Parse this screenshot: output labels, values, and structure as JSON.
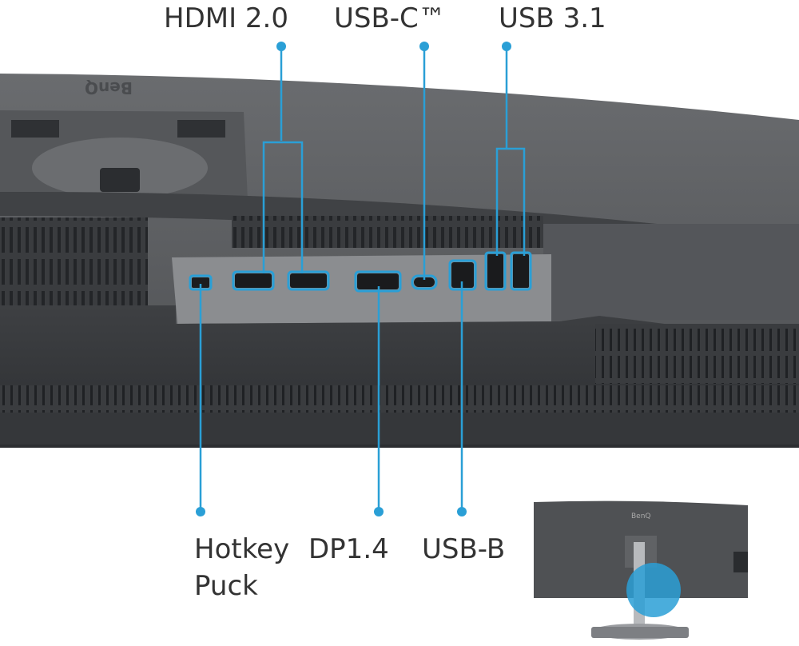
{
  "labels": {
    "hdmi": "HDMI 2.0",
    "usb_c": "USB-C™",
    "usb_31": "USB 3.1",
    "hotkey_puck": "Hotkey Puck",
    "dp": "DP1.4",
    "usb_b": "USB-B"
  },
  "brand": "BenQ",
  "colors": {
    "callout": "#2a9fd6",
    "monitor_body": "#5a5c5f",
    "monitor_dark": "#3b3d40",
    "port_panel": "#8a8c8f",
    "label_text": "#333333"
  }
}
